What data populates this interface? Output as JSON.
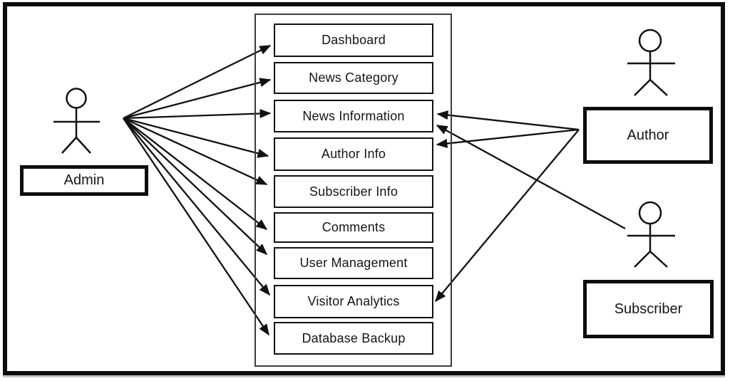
{
  "diagram_type": "use-case-diagram",
  "colors": {
    "line": "#111111",
    "border": "#0d0d0d",
    "background": "#ffffff",
    "text": "#151515"
  },
  "actors": [
    {
      "name": "Admin"
    },
    {
      "name": "Author"
    },
    {
      "name": "Subscriber"
    }
  ],
  "system": {
    "features": [
      "Dashboard",
      "News Category",
      "News Information",
      "Author Info",
      "Subscriber Info",
      "Comments",
      "User Management",
      "Visitor Analytics",
      "Database Backup"
    ]
  },
  "connections": [
    {
      "from": "Admin",
      "to": "Dashboard"
    },
    {
      "from": "Admin",
      "to": "News Category"
    },
    {
      "from": "Admin",
      "to": "News Information"
    },
    {
      "from": "Admin",
      "to": "Author Info"
    },
    {
      "from": "Admin",
      "to": "Subscriber Info"
    },
    {
      "from": "Admin",
      "to": "Comments"
    },
    {
      "from": "Admin",
      "to": "User Management"
    },
    {
      "from": "Admin",
      "to": "Visitor Analytics"
    },
    {
      "from": "Admin",
      "to": "Database Backup"
    },
    {
      "from": "Author",
      "to": "News Information"
    },
    {
      "from": "Author",
      "to": "Author Info"
    },
    {
      "from": "Author",
      "to": "Visitor Analytics"
    },
    {
      "from": "Subscriber",
      "to": "News Information"
    }
  ]
}
